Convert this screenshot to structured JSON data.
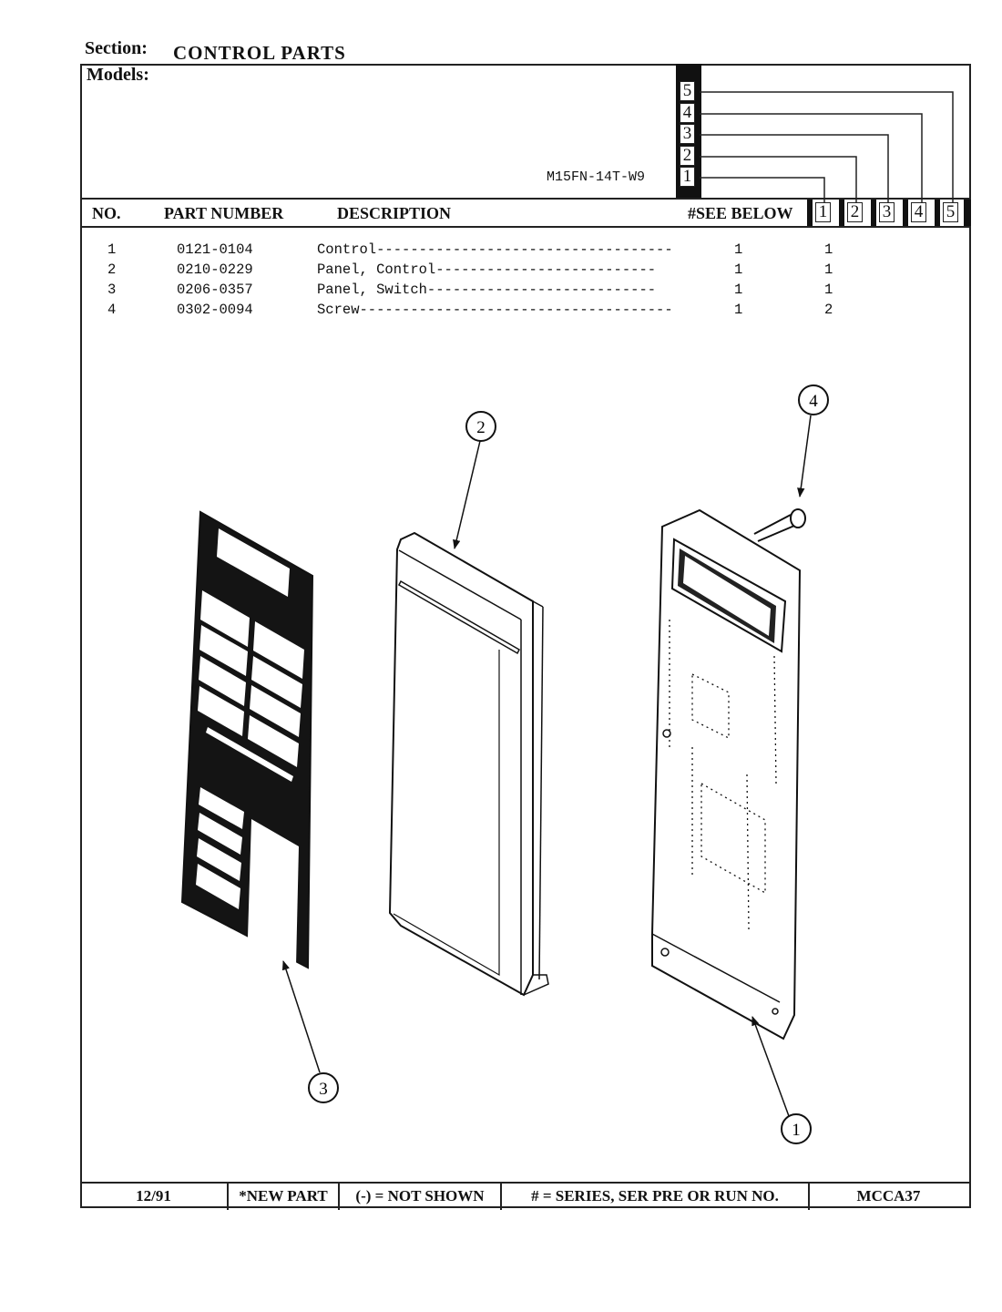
{
  "header": {
    "section_label": "Section:",
    "section_value": "CONTROL PARTS",
    "models_label": "Models:",
    "model_name": "M15FN-14T-W9",
    "model_columns": [
      "1",
      "2",
      "3",
      "4",
      "5"
    ]
  },
  "table": {
    "columns": {
      "no": "NO.",
      "part_number": "PART NUMBER",
      "description": "DESCRIPTION",
      "see_below": "#SEE BELOW"
    },
    "rows": [
      {
        "no": "1",
        "part": "0121-0104",
        "desc": "Control-----------------------------------",
        "qty": "1",
        "model1": "1"
      },
      {
        "no": "2",
        "part": "0210-0229",
        "desc": "Panel, Control--------------------------",
        "qty": "1",
        "model1": "1"
      },
      {
        "no": "3",
        "part": "0206-0357",
        "desc": "Panel, Switch---------------------------",
        "qty": "1",
        "model1": "1"
      },
      {
        "no": "4",
        "part": "0302-0094",
        "desc": "Screw-------------------------------------",
        "qty": "1",
        "model1": "2"
      }
    ]
  },
  "diagram": {
    "callouts": [
      "1",
      "2",
      "3",
      "4"
    ]
  },
  "footer": {
    "date": "12/91",
    "new_part": "*NEW PART",
    "not_shown": "(-) = NOT SHOWN",
    "series": "# = SERIES, SER PRE OR RUN NO.",
    "page_code": "MCCA37"
  }
}
